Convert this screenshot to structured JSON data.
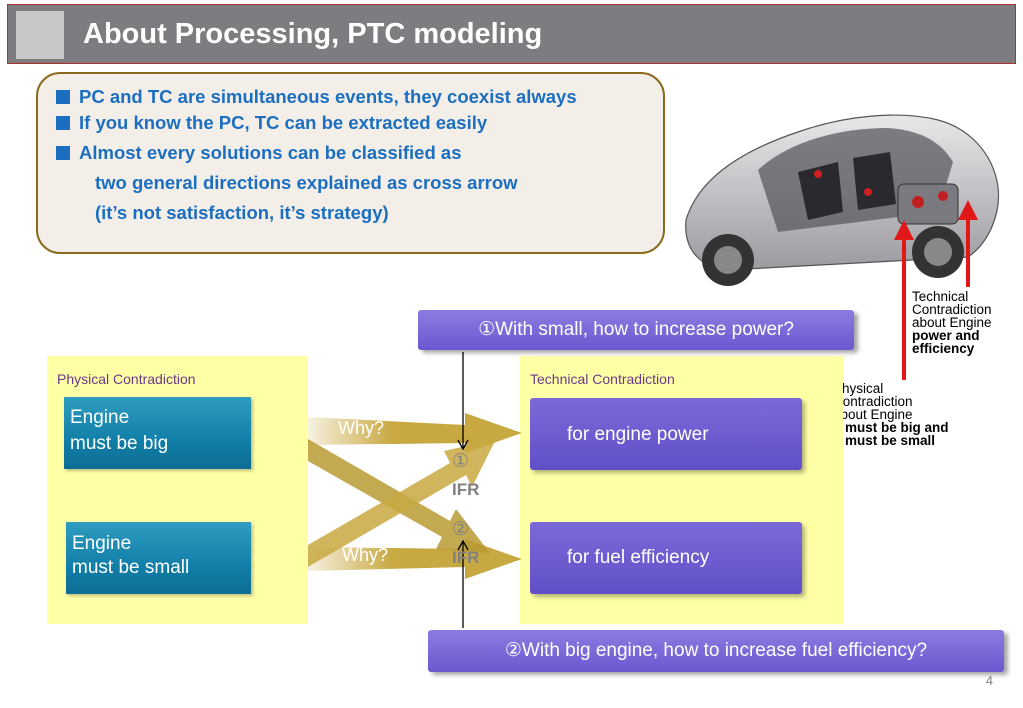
{
  "header": {
    "title": "About Processing, PTC modeling"
  },
  "bullets": [
    "PC and TC are simultaneous events, they coexist always",
    "If you know the PC, TC can be extracted easily",
    "Almost every solutions can be classified as"
  ],
  "bullet_continuation": [
    "two general directions explained as cross arrow",
    "(it’s not satisfaction, it’s strategy)"
  ],
  "notes": {
    "technical": {
      "l1": "Technical",
      "l2": "Contradiction",
      "l3": "about Engine",
      "l4": "power and",
      "l5": "efficiency"
    },
    "physical": {
      "l1": "Physical",
      "l2": "Contradiction",
      "l3": "about Engine",
      "l4": "it must be big and",
      "l5": "It must be small"
    }
  },
  "banners": {
    "top": "①With small, how to increase power?",
    "bottom": "②With big engine, how to increase fuel efficiency?"
  },
  "physical_panel": {
    "title": "Physical Contradiction",
    "box1": {
      "l1": "Engine",
      "l2": "must be big"
    },
    "box2": {
      "l1": "Engine",
      "l2": "must be small"
    }
  },
  "technical_panel": {
    "title": "Technical Contradiction",
    "box1": "for engine power",
    "box2": "for fuel efficiency"
  },
  "arrows": {
    "why_top": "Why?",
    "why_bottom": "Why?"
  },
  "ifr": {
    "marker1": "①",
    "label1": "IFR",
    "marker2": "②",
    "label2": "IFR"
  },
  "page_number": "4",
  "colors": {
    "header_bg": "#7e7c80",
    "bullet_text": "#1c6fc0",
    "panel_bg": "#ffffa6",
    "arrow": "#c8a840",
    "red_arrow": "#e01818"
  }
}
